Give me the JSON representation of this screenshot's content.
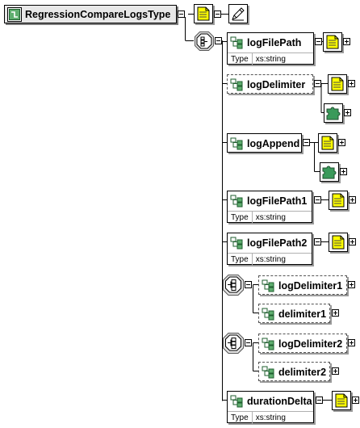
{
  "root": {
    "name": "RegressionCompareLogsType"
  },
  "children": [
    {
      "name": "logFilePath",
      "type_label": "Type",
      "type_value": "xs:string"
    },
    {
      "name": "logDelimiter"
    },
    {
      "name": "logAppend"
    },
    {
      "name": "logFilePath1",
      "type_label": "Type",
      "type_value": "xs:string"
    },
    {
      "name": "logFilePath2",
      "type_label": "Type",
      "type_value": "xs:string"
    },
    {
      "name": "durationDelta",
      "type_label": "Type",
      "type_value": "xs:string"
    }
  ],
  "choice_groups": [
    {
      "options": [
        {
          "name": "logDelimiter1"
        },
        {
          "name": "delimiter1"
        }
      ]
    },
    {
      "options": [
        {
          "name": "logDelimiter2"
        },
        {
          "name": "delimiter2"
        }
      ]
    }
  ],
  "colors": {
    "doc_yellow": "#ffff00",
    "facet_green": "#3a9a5a",
    "root_fill": "#e8e8e8",
    "shadow": "#9a9a9a"
  }
}
